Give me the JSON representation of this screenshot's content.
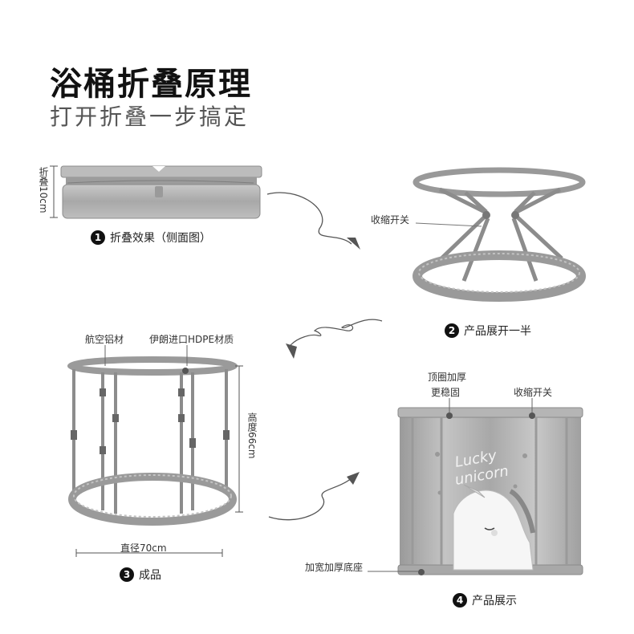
{
  "header": {
    "title": "浴桶折叠原理",
    "subtitle": "打开折叠一步搞定"
  },
  "step1": {
    "number": "1",
    "caption": "折叠效果（侧面图）",
    "height_label": "折叠10cm"
  },
  "step2": {
    "number": "2",
    "caption": "产品展开一半",
    "switch_label": "收缩开关"
  },
  "step3": {
    "number": "3",
    "caption": "成品",
    "material_label_1": "航空铝材",
    "material_label_2": "伊朗进口HDPE材质",
    "height_label": "高度66cm",
    "diameter_label": "直径70cm"
  },
  "step4": {
    "number": "4",
    "caption": "产品展示",
    "top_label_line1": "顶圈加厚",
    "top_label_line2": "更稳固",
    "switch_label": "收缩开关",
    "base_label": "加宽加厚底座",
    "print_line1": "Lucky",
    "print_line2": "unicorn"
  }
}
